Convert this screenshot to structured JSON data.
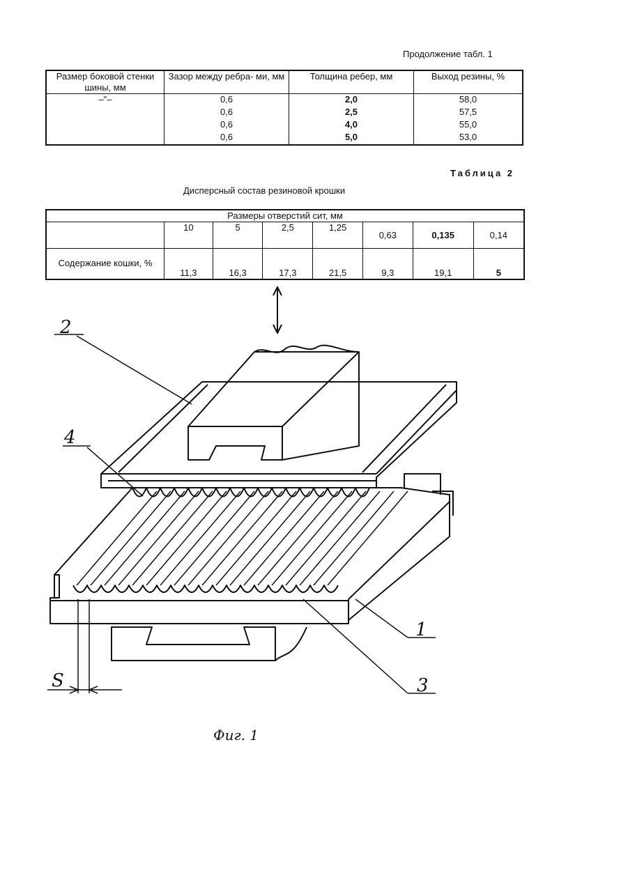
{
  "continuation_title": "Продолжение табл. 1",
  "table1": {
    "headers": [
      "Размер боковой стенки шины, мм",
      "Зазор между ребра- ми, мм",
      "Толщина ребер, мм",
      "Выход резины, %"
    ],
    "rows": [
      [
        "–\"–",
        "0,6",
        "2,0",
        "58,0"
      ],
      [
        "",
        "0,6",
        "2,5",
        "57,5"
      ],
      [
        "",
        "0,6",
        "4,0",
        "55,0"
      ],
      [
        "",
        "0,6",
        "5,0",
        "53,0"
      ]
    ]
  },
  "table2": {
    "label": "Таблица 2",
    "caption": "Дисперсный состав резиновой крошки",
    "group_header": "Размеры отверстий сит, мм",
    "sizes": [
      "10",
      "5",
      "2,5",
      "1,25",
      "0,63",
      "0,135",
      "0,14"
    ],
    "row_label": "Содержание кошки, %",
    "values": [
      "11,3",
      "16,3",
      "17,3",
      "21,5",
      "9,3",
      "19,1",
      "5"
    ]
  },
  "figure": {
    "labels": {
      "one": "1",
      "two": "2",
      "three": "3",
      "four": "4",
      "s": "S"
    },
    "caption": "Фиг. 1"
  }
}
